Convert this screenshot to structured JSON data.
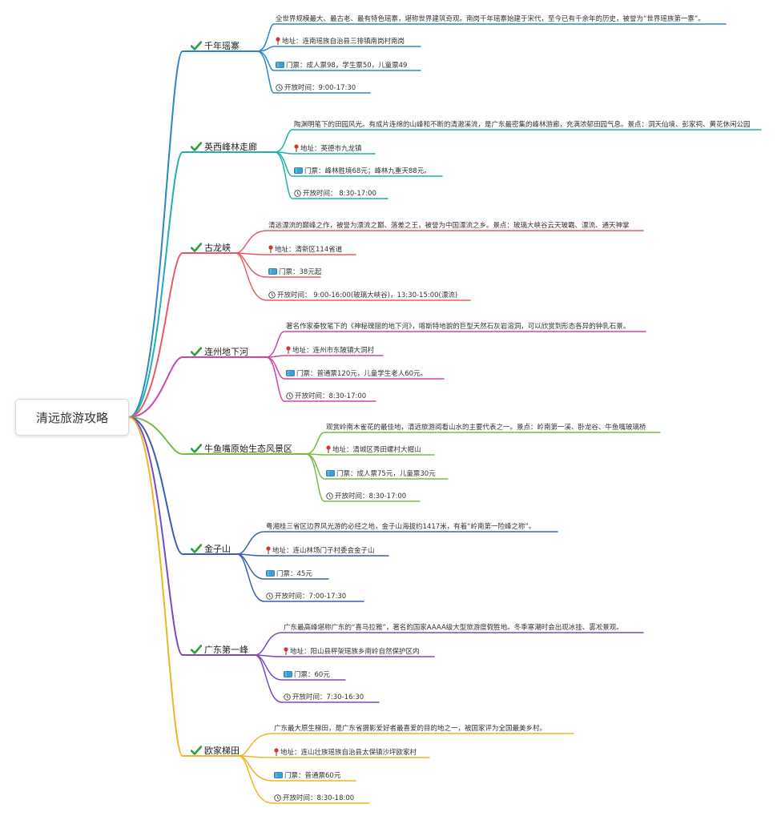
{
  "root": {
    "title": "清远旅游攻略"
  },
  "colors": {
    "branches": [
      "#2b87c6",
      "#20b2aa",
      "#e75b68",
      "#d046a6",
      "#7cb94a",
      "#3b5fb0",
      "#7a4bbd",
      "#f0b429"
    ],
    "check": "#2e9e3e"
  },
  "icons": {
    "done": "check-icon",
    "address": "map-pin-icon",
    "ticket": "ticket-icon",
    "hours": "clock-icon"
  },
  "branches": [
    {
      "title": "千年瑶寨",
      "desc": "全世界规模最大、最古老、最有特色瑶寨，堪称世界建筑奇观。南岗千年瑶寨始建于宋代，至今已有千余年的历史，被誉为“世界瑶族第一寨”。",
      "address": "地址：连南瑶族自治县三排镇南岗村南岗",
      "ticket": "门票：成人票98，学生票50，儿童票49",
      "hours": "开放时间：9:00-17:30"
    },
    {
      "title": "英西峰林走廊",
      "desc": "陶渊明笔下的田园风光。有成片连绵的山峰和不断的清澈溪流，是广东最密集的峰林游廊，充满浓郁田园气息。景点：洞天仙境、彭家祠、黄花休闲公园",
      "address": "地址：英德市九龙镇",
      "ticket": "门票：峰林胜境68元；峰林九重天88元。",
      "hours": "开放时间： 8:30-17:00"
    },
    {
      "title": "古龙峡",
      "desc": "清远漂流的巅峰之作，被誉为漂流之巅、落差之王，被誉为中国漂流之乡。景点：玻璃大峡谷云天玻霸、漂流、通天神掌",
      "address": "地址：清新区114省道",
      "ticket": "门票：38元起",
      "hours": "开放时间： 9:00-16:00(玻璃大峡谷)，13:30-15:00(漂流)"
    },
    {
      "title": "连州地下河",
      "desc": "著名作家秦牧笔下的《神秘瑰丽的地下河》，喀斯特地貌的巨型天然石灰岩溶洞，可以欣赏到形态各异的钟乳石景。",
      "address": "地址：连州市东陂镇大洞村",
      "ticket": "门票：普通票120元，儿童学生老人60元。",
      "hours": "开放时间：8:30-17:00"
    },
    {
      "title": "牛鱼嘴原始生态风景区",
      "desc": "观赏岭南木雀花的最佳地，清远旅游阅看山水的主要代表之一。景点：岭南第一溪、卧龙谷、牛鱼嘴玻璃桥",
      "address": "地址：清城区秀田螺村大帽山",
      "ticket": "门票：成人票75元，儿童票30元",
      "hours": "开放时间：8:30-17:00"
    },
    {
      "title": "金子山",
      "desc": "粤湘桂三省区边界风光游的必经之地，金子山海拔约1417米，有着“岭南第一险峰之称”。",
      "address": "地址：连山林场门子村委会金子山",
      "ticket": "门票：45元",
      "hours": "开放时间：7:00-17:30"
    },
    {
      "title": "广东第一峰",
      "desc": "广东最高峰堪称广东的“喜马拉雅”，著名的国家AAAA级大型旅游度假胜地。冬季寒潮时会出现冰挂、雾凇景观。",
      "address": "地址：阳山县秤架瑶族乡南岭自然保护区内",
      "ticket": "门票：60元",
      "hours": "开放时间：7:30-16:30"
    },
    {
      "title": "欧家梯田",
      "desc": "广东最大原生梯田，是广东省摄影爱好者最喜爱的目的地之一，被国家评为全国最美乡村。",
      "address": "地址：连山壮族瑶族自治县太保镇沙坪欧家村",
      "ticket": "门票：普通票60元",
      "hours": "开放时间：8:30-18:00"
    }
  ]
}
